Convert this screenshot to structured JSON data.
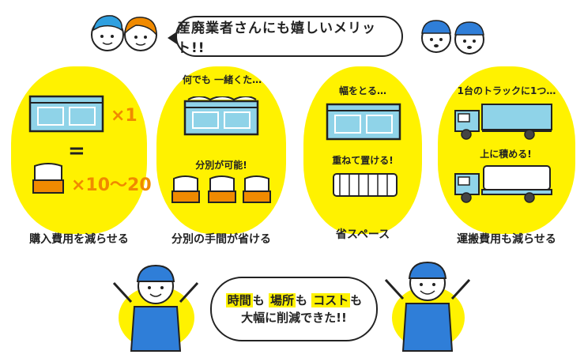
{
  "header": {
    "title": "産廃業者さんにも嬉しいメリット!!"
  },
  "panels": [
    {
      "caption": "購入費用を減らせる",
      "multiplier_one": "×1",
      "equals": "=",
      "multiplier_range": "×10〜20"
    },
    {
      "note_top": "何でも 一緒くた…",
      "note_mid": "分別が可能!",
      "caption": "分別の手間が省ける"
    },
    {
      "note_top": "幅をとる…",
      "note_mid": "重ねて置ける!",
      "caption": "省スペース"
    },
    {
      "note_top": "1台のトラックに1つ…",
      "note_mid": "上に積める!",
      "caption": "運搬費用も減らせる"
    }
  ],
  "footer": {
    "line1_a": "時間",
    "line1_b": "も",
    "line1_c": "場所",
    "line1_d": "も",
    "line1_e": "コスト",
    "line1_f": "も",
    "line2": "大幅に削減できた!!"
  },
  "colors": {
    "highlight": "#fff200",
    "container": "#8fd3e8",
    "accent": "#f08a00",
    "worker": "#2f7ed8"
  }
}
